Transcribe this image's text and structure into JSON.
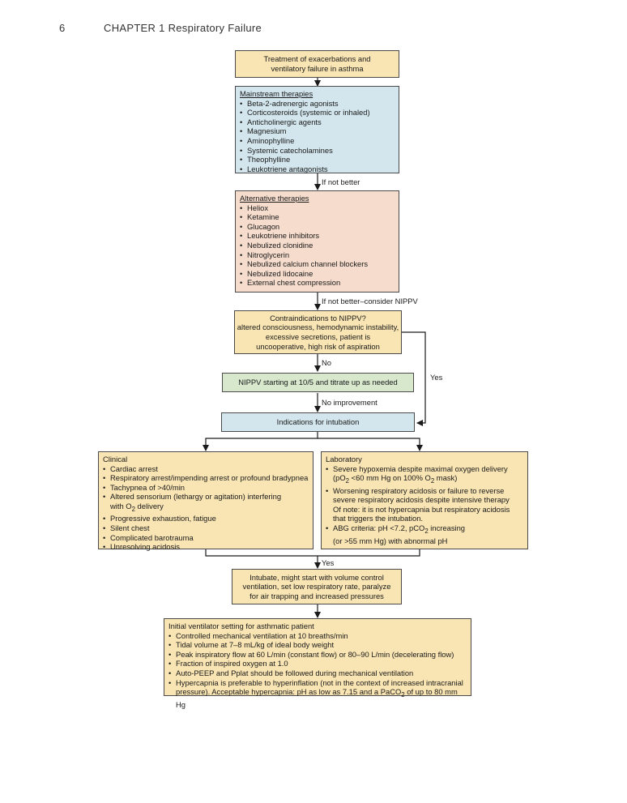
{
  "header": {
    "page_number": "6",
    "chapter": "CHAPTER 1   Respiratory Failure"
  },
  "flowchart": {
    "title_box": [
      "Treatment of exacerbations and",
      "ventilatory failure in asthma"
    ],
    "mainstream": {
      "heading": "Mainstream therapies",
      "items": [
        "Beta-2-adrenergic agonists",
        "Corticosteroids (systemic or inhaled)",
        "Anticholinergic agents",
        "Magnesium",
        "Aminophylline",
        "Systemic catecholamines",
        "Theophylline",
        "Leukotriene antagonists"
      ]
    },
    "label_if_not_better": "If not better",
    "alternative": {
      "heading": "Alternative therapies",
      "items": [
        "Heliox",
        "Ketamine",
        "Glucagon",
        "Leukotriene inhibitors",
        "Nebulized clonidine",
        "Nitroglycerin",
        "Nebulized calcium channel blockers",
        "Nebulized lidocaine",
        "External chest compression"
      ]
    },
    "label_consider_nippv": "If not better–consider NIPPV",
    "contraindications": [
      "Contraindications to NIPPV?",
      "altered consciousness, hemodynamic instability,",
      "excessive secretions, patient is",
      "uncooperative, high risk of aspiration"
    ],
    "label_no": "No",
    "label_yes_side": "Yes",
    "nippv": "NIPPV starting at 10/5 and titrate up as needed",
    "label_no_improvement": "No improvement",
    "intubation_indications": "Indications for intubation",
    "clinical": {
      "heading": "Clinical",
      "items": [
        "Cardiac arrest",
        "Respiratory arrest/impending arrest or profound bradypnea",
        "Tachypnea of >40/min",
        "Altered sensorium (lethargy or agitation) interfering",
        "Progressive exhaustion, fatigue",
        "Silent chest",
        "Complicated barotrauma",
        "Unresolving acidosis"
      ],
      "o2_line": "with O",
      "o2_sub": "2",
      "o2_tail": " delivery"
    },
    "laboratory": {
      "heading": "Laboratory",
      "item1": "Severe hypoxemia despite maximal oxygen delivery",
      "item1b_pre": "(pO",
      "item1b_sub": "2",
      "item1b_mid": " <60 mm Hg on 100% O",
      "item1b_sub2": "2",
      "item1b_post": " mask)",
      "item2": [
        "Worsening respiratory acidosis or failure to reverse",
        "severe respiratory acidosis despite intensive therapy",
        "Of note: it is not hypercapnia but respiratory acidosis",
        "that triggers the intubation."
      ],
      "item3_pre": "ABG criteria: pH <7.2, pCO",
      "item3_sub": "2",
      "item3_post": " increasing",
      "item3b": "(or >55 mm Hg)  with abnormal pH"
    },
    "label_yes": "Yes",
    "intubate": [
      "Intubate, might start with volume control",
      "ventilation, set low respiratory rate, paralyze",
      "for air trapping and increased pressures"
    ],
    "ventilator": {
      "heading": "Initial ventilator setting for asthmatic patient",
      "items": [
        "Controlled mechanical ventilation at 10 breaths/min",
        "Tidal volume at 7–8 mL/kg of ideal body weight",
        "Peak inspiratory flow at 60 L/min (constant flow) or 80–90 L/min (decelerating flow)",
        "Fraction of inspired oxygen at 1.0",
        "Auto-PEEP and Pplat should be followed during mechanical ventilation",
        "Hypercapnia is preferable to hyperinflation (not in the context of increased intracranial"
      ],
      "last_pre": "pressure). Acceptable hypercapnia: pH as low as 7.15 and a PaCO",
      "last_sub": "2",
      "last_post": " of up to 80 mm Hg"
    }
  }
}
